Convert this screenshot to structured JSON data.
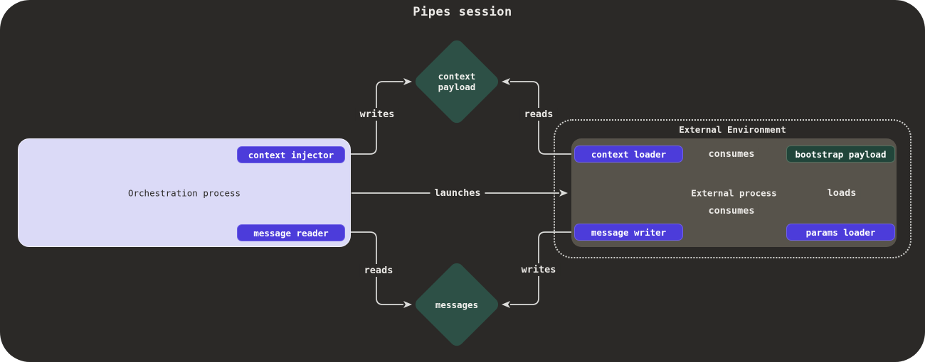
{
  "title": "Pipes session",
  "colors": {
    "page_bg": "#ffffff",
    "canvas_bg": "#2b2927",
    "process_gray": "#57534b",
    "lavender_bg": "#dbdaf7",
    "lavender_border": "#f0effc",
    "accent_purple": "#4c3cda",
    "purple_border": "#6e60e6",
    "diamond_green": "#2d5046",
    "payload_green": "#21453a",
    "payload_green_border": "#53705f",
    "line_color": "#dcdcda",
    "dashed_border": "#d2d2cf",
    "text_light": "#eceae7",
    "text_dark": "#2d2b29"
  },
  "nodes": {
    "context_payload": {
      "line1": "context",
      "line2": "payload"
    },
    "messages": {
      "label": "messages"
    },
    "orchestration": {
      "label": "Orchestration process",
      "context_injector": "context injector",
      "message_reader": "message reader"
    },
    "external_environment": {
      "label": "External Environment",
      "external_process": {
        "label": "External process",
        "context_loader": "context loader",
        "message_writer": "message writer",
        "bootstrap_payload": "bootstrap payload",
        "params_loader": "params loader"
      }
    }
  },
  "edges": {
    "writes_top": "writes",
    "reads_top": "reads",
    "launches": "launches",
    "reads_bottom": "reads",
    "writes_bottom": "writes",
    "consumes_top": "consumes",
    "consumes_bottom": "consumes",
    "loads": "loads"
  }
}
